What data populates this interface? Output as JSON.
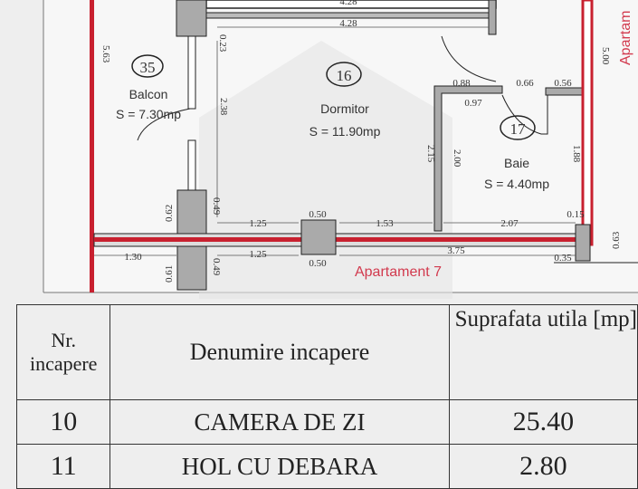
{
  "plan": {
    "rooms": [
      {
        "number": "35",
        "name": "Balcon",
        "area": "S = 7.30mp"
      },
      {
        "number": "16",
        "name": "Dormitor",
        "area": "S = 11.90mp"
      },
      {
        "number": "17",
        "name": "Baie",
        "area": "S = 4.40mp"
      }
    ],
    "apartment_bottom": "Apartament 7",
    "apartment_right": "Apartam",
    "dimensions": {
      "top_cut": "4.28",
      "top": "4.28",
      "v_023": "0.23",
      "v_563": "5.63",
      "v_238": "2.38",
      "d088": "0.88",
      "d066": "0.66",
      "d056": "0.56",
      "d097": "0.97",
      "v_500": "5.00",
      "v_215": "2.15",
      "v_200": "2.00",
      "v_188": "1.88",
      "v_062": "0.62",
      "v_049a": "0.49",
      "d125a": "1.25",
      "d050a": "0.50",
      "d153": "1.53",
      "d207": "2.07",
      "d015": "0.15",
      "d130": "1.30",
      "v_061": "0.61",
      "v_049b": "0.49",
      "d125b": "1.25",
      "d050b": "0.50",
      "d375": "3.75",
      "d035": "0.35",
      "v_063": "0.63"
    },
    "colors": {
      "wall_red": "#c8202f",
      "wall_gray": "#a9a9a9"
    }
  },
  "table": {
    "headers": {
      "nr": "Nr. incapere",
      "name": "Denumire  incapere",
      "area": "Suprafata utila [mp]"
    },
    "rows": [
      {
        "nr": "10",
        "name": "CAMERA DE ZI",
        "area": "25.40"
      },
      {
        "nr": "11",
        "name": "HOL CU DEBARA",
        "area": "2.80"
      }
    ]
  }
}
